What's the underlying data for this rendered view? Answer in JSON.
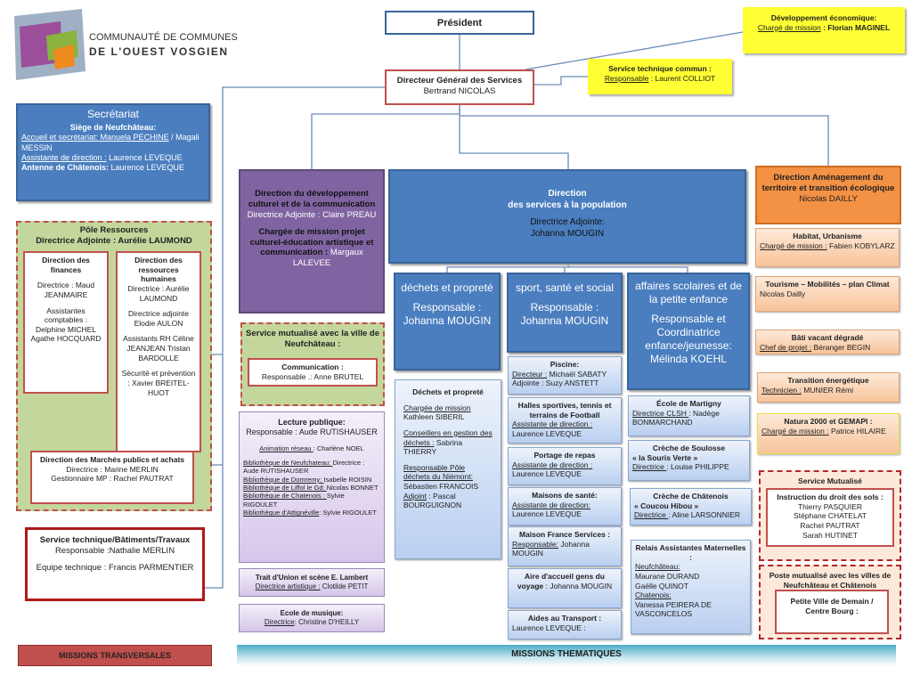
{
  "logo": {
    "line1": "COMMUNAUTÉ DE COMMUNES",
    "line2": "DE L'OUEST VOSGIEN"
  },
  "colors": {
    "blue": "#4a7ebf",
    "purple": "#8064a2",
    "orange": "#f39144",
    "green": "#c3d69b",
    "red": "#c0504d",
    "yellow": "#ffff33",
    "connector": "#6b8cb8"
  },
  "president": {
    "lines": [
      {
        "b": "Président"
      }
    ]
  },
  "dgs": {
    "lines": [
      {
        "b": "Directeur Général des Services"
      },
      {
        "t": "Bertrand NICOLAS"
      }
    ]
  },
  "service_technique_commun": {
    "lines": [
      {
        "b": "Service technique commun :"
      },
      {
        "u": "Responsable",
        "t": " : Laurent COLLIOT"
      }
    ]
  },
  "dev_eco": {
    "lines": [
      {
        "b": "Développement économique:"
      },
      {
        "u": "Chargé de mission",
        "b2": " : Florian MAGINEL"
      }
    ]
  },
  "secretariat": {
    "title": "Secrétariat",
    "lines": [
      {
        "b": "Siège de Neufchâteau:"
      },
      {
        "u": "Accueil et secrétariat: Manuela PECHINE",
        "t": " / Magali MESSIN"
      },
      {
        "u": "Assistante de direction :",
        "t": "  Laurence LEVEQUE"
      },
      {
        "b": "Antenne de Châtenois:",
        "t": " Laurence LEVEQUE"
      }
    ]
  },
  "pole_ressources": {
    "lines": [
      {
        "b": "Pôle Ressources"
      },
      {
        "b": "Directrice Adjointe : Aurélie LAUMOND"
      }
    ],
    "finances": {
      "lines": [
        {
          "b": "Direction des finances"
        },
        {
          "gap": true,
          "t": "Directrice : Maud JEANMAIRE"
        },
        {
          "gap": true,
          "t": "Assistantes comptables : Delphine MICHEL Agathe HOCQUARD"
        }
      ]
    },
    "rh": {
      "lines": [
        {
          "b": "Direction des ressources humaines"
        },
        {
          "t": "Directrice : Aurélie LAUMOND"
        },
        {
          "gap": true,
          "t": "Directrice adjointe Elodie AULON"
        },
        {
          "gap": true,
          "t": "Assistants RH Céline JEANJEAN Tristan BARDOLLE"
        },
        {
          "gap": true,
          "t": "Sécurité et prévention : Xavier BREITEL-HUOT"
        }
      ]
    },
    "marches": {
      "lines": [
        {
          "b": "Direction des Marchés publics et achats"
        },
        {
          "t": "Directrice : Marine MERLIN"
        },
        {
          "t": "Gestionnaire MP : Rachel PAUTRAT"
        }
      ]
    }
  },
  "service_technique_batiments": {
    "lines": [
      {
        "b": "Service technique/Bâtiments/Travaux"
      },
      {
        "t": "Responsable :Nathalie MERLIN"
      },
      {
        "gap": true,
        "t": "Equipe technique : Francis PARMENTIER"
      }
    ]
  },
  "culture": {
    "lines": [
      {
        "b": "Direction du développement culturel  et de la communication"
      },
      {
        "t": "Directrice Adjointe : Claire PREAU"
      },
      {
        "gap": true,
        "b": "Chargée de mission projet culturel-éducation artistique et communication :",
        "t": " Margaux LALEVEE"
      }
    ],
    "mutualise": {
      "lines": [
        {
          "b": "Service mutualisé avec la ville de Neufchâteau :"
        }
      ]
    },
    "communication": {
      "lines": [
        {
          "b": "Communication :"
        },
        {
          "t": "Responsable .: Anne BRUTEL"
        }
      ]
    },
    "lecture": {
      "lines": [
        {
          "b": "Lecture publique:"
        },
        {
          "t": "Responsable : Aude RUTISHAUSER"
        }
      ],
      "details": [
        {
          "gap": true,
          "u": "Animation réseau ",
          "t": ": Charlène NOEL"
        },
        {
          "gap": true,
          "u": "Bibliothèque de Neufchateau: ",
          "t": "Directrice : Aude RUTISHAUSER"
        },
        {
          "u": "Bibliothèque de Domremy: ",
          "t": "Isabelle ROISIN"
        },
        {
          "u": "Bibliothèque de Liffol le Gd: ",
          "t": "Nicolas BONNET"
        },
        {
          "u": "Bibliothèque de Chatenois : ",
          "t": "Sylvie RIGOULET"
        },
        {
          "u": "Bibliothèque d'Attignéville",
          "t": ": Sylvie RIGOULET"
        }
      ]
    },
    "trait_union": {
      "lines": [
        {
          "b": "Trait d'Union et scène E. Lambert"
        },
        {
          "u": "Directrice artistique :",
          "t": " Clotilde PETIT"
        }
      ]
    },
    "ecole_musique": {
      "lines": [
        {
          "b": "Ecole de musique:"
        },
        {
          "u": "Directrice",
          "t": ": Christine D'HEILLY"
        }
      ]
    }
  },
  "population": {
    "lines": [
      {
        "b": "Direction"
      },
      {
        "b": "des services à la population"
      },
      {
        "gap": true,
        "t": "Directrice Adjointe:"
      },
      {
        "t": "Johanna MOUGIN"
      }
    ],
    "dechets": {
      "lines": [
        {
          "t": "déchets et propreté"
        },
        {
          "gap": true,
          "t": "Responsable : Johanna MOUGIN"
        }
      ],
      "detail": [
        {
          "b": "Déchets et propreté"
        },
        {
          "gap": true,
          "u": "Chargée de mission",
          "t": " Kathleen SIBERIL"
        },
        {
          "gap": true,
          "u": "Conseillers en gestion des déchets :",
          "t": " Sabrina THIERRY"
        },
        {
          "gap": true,
          "u": "Responsable Pôle déchets du Niémont:",
          "t": " Sébastien FRANCOIS"
        },
        {
          "u": "Adjoint",
          "t": " : Pascal BOURGUIGNON"
        }
      ]
    },
    "sport": {
      "lines": [
        {
          "t": "sport, santé et social"
        },
        {
          "gap": true,
          "t": "Responsable : Johanna  MOUGIN"
        }
      ],
      "items": [
        {
          "lines": [
            {
              "b": "Piscine:"
            },
            {
              "u": "Directeur :",
              "t": " Michaël SABATY"
            },
            {
              "t": "Adjointe : Suzy ANSTETT"
            }
          ]
        },
        {
          "lines": [
            {
              "b": "Halles sportives, tennis et terrains de Football"
            },
            {
              "u": "Assistante de direction :",
              "t": " Laurence LEVEQUE"
            }
          ]
        },
        {
          "lines": [
            {
              "b": "Portage de repas"
            },
            {
              "u": "Assistante de direction :",
              "t": " Laurence LEVEQUE"
            }
          ]
        },
        {
          "lines": [
            {
              "b": "Maisons de santé:"
            },
            {
              "u": "Assistante de direction:",
              "t": " Laurence LEVEQUE"
            }
          ]
        },
        {
          "lines": [
            {
              "b": "Maison France Services :"
            },
            {
              "u": "Responsable:",
              "t": "  Johanna MOUGIN"
            }
          ]
        },
        {
          "lines": [
            {
              "b": "Aire d'accueil gens du voyage",
              "t": " : Johanna MOUGIN"
            }
          ]
        },
        {
          "lines": [
            {
              "b": "Aides au Transport :"
            },
            {
              "t": "Laurence LEVEQUE :"
            }
          ]
        }
      ]
    },
    "scolaire": {
      "lines": [
        {
          "t": "affaires scolaires et de la  petite enfance"
        },
        {
          "gap": true,
          "t": "Responsable  et Coordinatrice enfance/jeunesse: Mélinda KOEHL"
        }
      ],
      "items": [
        {
          "lines": [
            {
              "b": "École de Martigny"
            },
            {
              "u": "Directrice CLSH ",
              "t": " : Nadège BONMARCHAND"
            }
          ]
        },
        {
          "lines": [
            {
              "b": "Crèche de Soulosse"
            },
            {
              "b": "« la Souris Verte »"
            },
            {
              "u": "Directrice ",
              "t": ":  Louise PHILIPPE"
            }
          ]
        },
        {
          "lines": [
            {
              "b": "Crèche de Châtenois"
            },
            {
              "b": "« Coucou Hibou »"
            },
            {
              "u": "Directrice ",
              "t": ":  Aline LARSONNIER"
            }
          ]
        },
        {
          "lines": [
            {
              "b": "Relais Assistantes Maternelles :"
            },
            {
              "u": "Neufchâteau:"
            },
            {
              "t": "Maurane DURAND"
            },
            {
              "t": "Gaëlle QUINOT"
            },
            {
              "u": "Chatenois:"
            },
            {
              "t": "Vanessa PEIRERA DE VASCONCELOS"
            }
          ]
        }
      ]
    }
  },
  "amenagement": {
    "lines": [
      {
        "b": "Direction  Aménagement du territoire et transition écologique"
      },
      {
        "t": "Nicolas DAILLY"
      }
    ],
    "items": [
      {
        "lines": [
          {
            "b": "Habitat, Urbanisme"
          },
          {
            "u": "Chargé de mission :",
            "t": " Fabien KOBYLARZ"
          }
        ]
      },
      {
        "lines": [
          {
            "b": "Tourisme – Mobilités – plan Climat"
          },
          {
            "t": "Nicolas Dailly"
          }
        ]
      },
      {
        "lines": [
          {
            "b": "Bâti vacant dégradé"
          },
          {
            "u": "Chef de projet :",
            "t": " Béranger BEGIN"
          }
        ]
      },
      {
        "lines": [
          {
            "b": "Transition énergétique"
          },
          {
            "u": "Technicien :",
            "t": " MUNIER Rémi"
          }
        ]
      },
      {
        "lines": [
          {
            "b": "Natura 2000 et GEMAPI :"
          },
          {
            "u": "Chargé de mission :",
            "t": "  Patrice HILAIRE"
          }
        ]
      }
    ],
    "service_mutualise": {
      "lines": [
        {
          "b": "Service Mutualisé"
        }
      ]
    },
    "droit_sols": {
      "lines": [
        {
          "b": "Instruction du droit des sols :"
        },
        {
          "t": "Thierry PASQUIER"
        },
        {
          "t": "Stéphane CHATELAT"
        },
        {
          "t": "Rachel PAUTRAT"
        },
        {
          "t": "Sarah HUTINET"
        }
      ]
    },
    "poste_mutualise": {
      "lines": [
        {
          "b": "Poste  mutualisé avec les villes de Neufchâteau et Châtenois"
        }
      ]
    },
    "petite_ville": {
      "lines": [
        {
          "b": "Petite Ville de Demain / Centre Bourg :"
        }
      ]
    }
  },
  "footer": {
    "transversales": "MISSIONS TRANSVERSALES",
    "thematiques": "MISSIONS THEMATIQUES"
  }
}
